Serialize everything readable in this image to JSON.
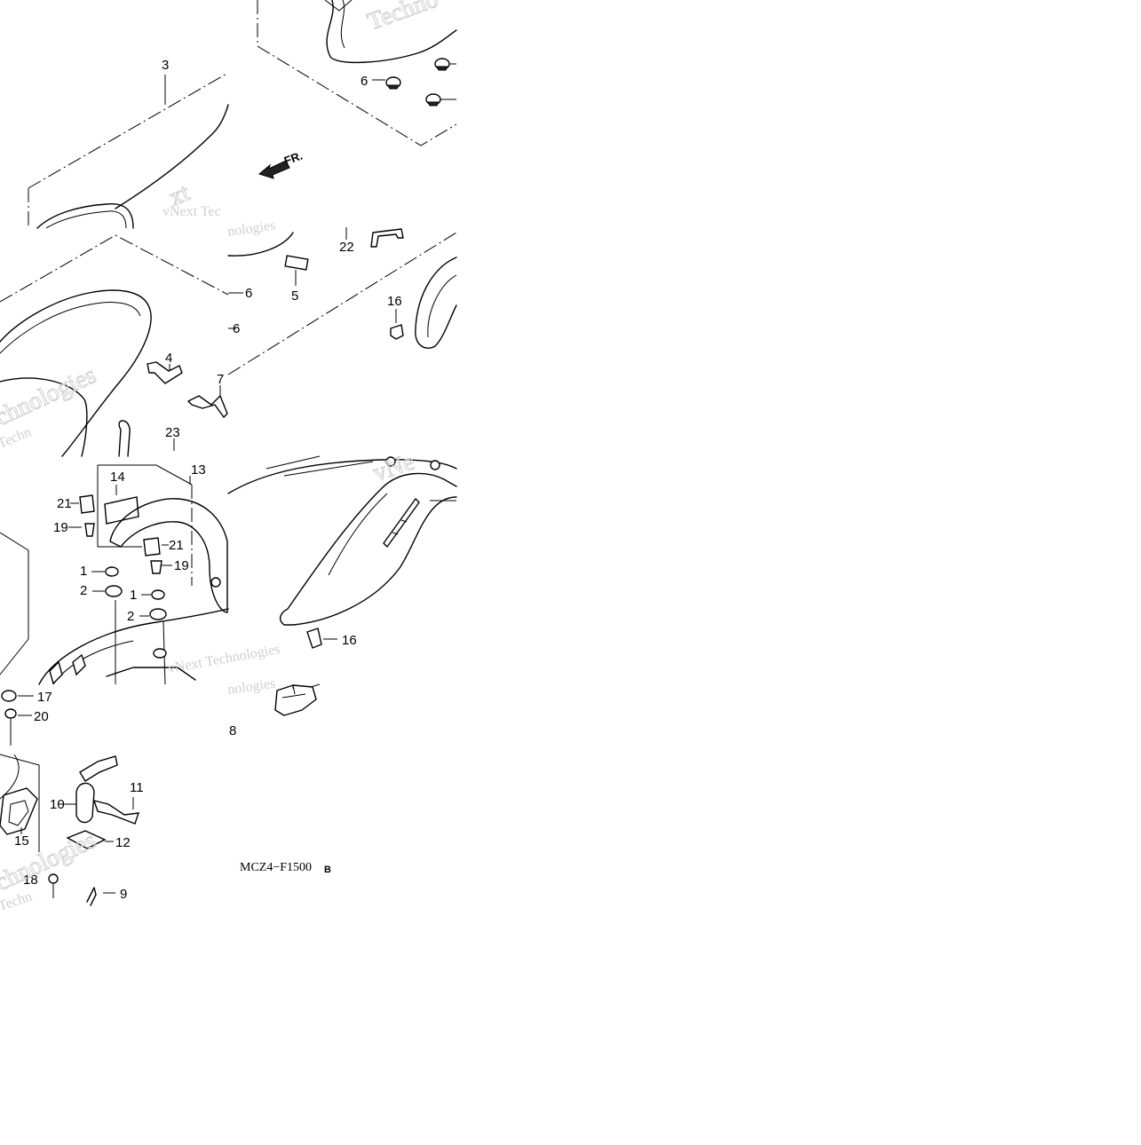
{
  "diagram": {
    "front_marker": "FR.",
    "code_label": "MCZ4−F1500",
    "code_suffix": "B",
    "watermark_text": "vNext Technologies",
    "watermark_fragments": [
      "Techno",
      "vNext Tec",
      "nologies",
      "vNe",
      "xt",
      "chnologies",
      "Techn"
    ],
    "callouts": {
      "c3": "3",
      "c6a": "6",
      "c6b": "6",
      "c6c": "6",
      "c22": "22",
      "c5": "5",
      "c16a": "16",
      "c4": "4",
      "c7": "7",
      "c23": "23",
      "c14": "14",
      "c13": "13",
      "c21a": "21",
      "c19a": "19",
      "c21b": "21",
      "c19b": "19",
      "c1a": "1",
      "c2a": "2",
      "c1b": "1",
      "c2b": "2",
      "c16b": "16",
      "c17": "17",
      "c20": "20",
      "c8": "8",
      "c11": "11",
      "c10": "10",
      "c12": "12",
      "c15": "15",
      "c18": "18",
      "c9": "9"
    }
  }
}
